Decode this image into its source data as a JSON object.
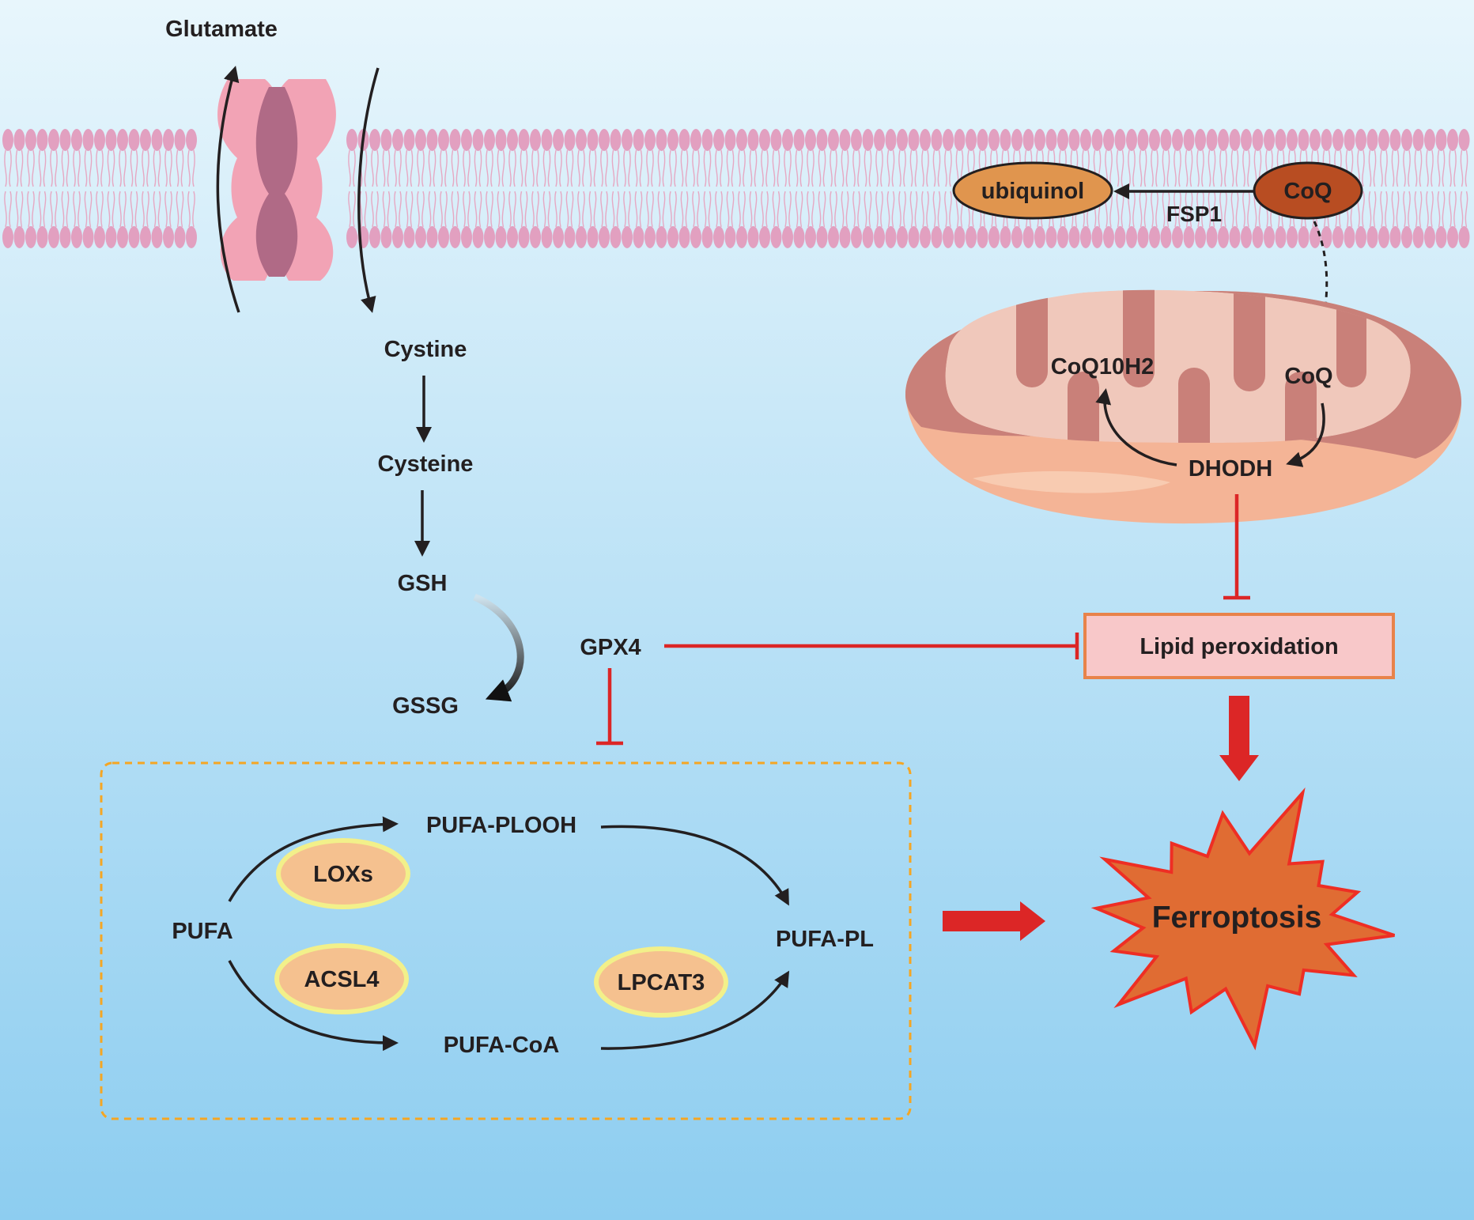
{
  "labels": {
    "glutamate": "Glutamate",
    "cystine": "Cystine",
    "cysteine": "Cysteine",
    "gsh": "GSH",
    "gssg": "GSSG",
    "gpx4": "GPX4",
    "ubiquinol": "ubiquinol",
    "coq_membrane": "CoQ",
    "fsp1": "FSP1",
    "coq_mito": "CoQ",
    "coq10h2": "CoQ10H2",
    "dhodh": "DHODH",
    "lipid_peroxidation": "Lipid peroxidation",
    "ferroptosis": "Ferroptosis",
    "pufa": "PUFA",
    "pufa_plooh": "PUFA-PLOOH",
    "pufa_coa": "PUFA-CoA",
    "pufa_pl": "PUFA-PL",
    "loxs": "LOXs",
    "acsl4": "ACSL4",
    "lpcat3": "LPCAT3"
  },
  "colors": {
    "background_top": "#e8f6fc",
    "background_bottom": "#8dcdf0",
    "membrane_head": "#e2a0c0",
    "transporter_outer": "#f2a3b5",
    "transporter_inner": "#b06a86",
    "mito_outer": "#f4b496",
    "mito_inner": "#c98079",
    "mito_matrix": "#f0c8bb",
    "ubiquinol_fill": "#e0954e",
    "coq_fill": "#b84d22",
    "inhibit_red": "#dc2626",
    "ferroptosis_fill": "#e06c33",
    "ferroptosis_stroke": "#ee2e24",
    "lipid_box_fill": "#f8c8c9",
    "lipid_box_stroke": "#e8834a",
    "enzyme_fill": "#f5c18f",
    "enzyme_ring": "#f2f08a",
    "dashed_box": "#f5a623"
  },
  "icons": [
    "transporter-icon",
    "mitochondrion-icon",
    "explosion-icon"
  ]
}
